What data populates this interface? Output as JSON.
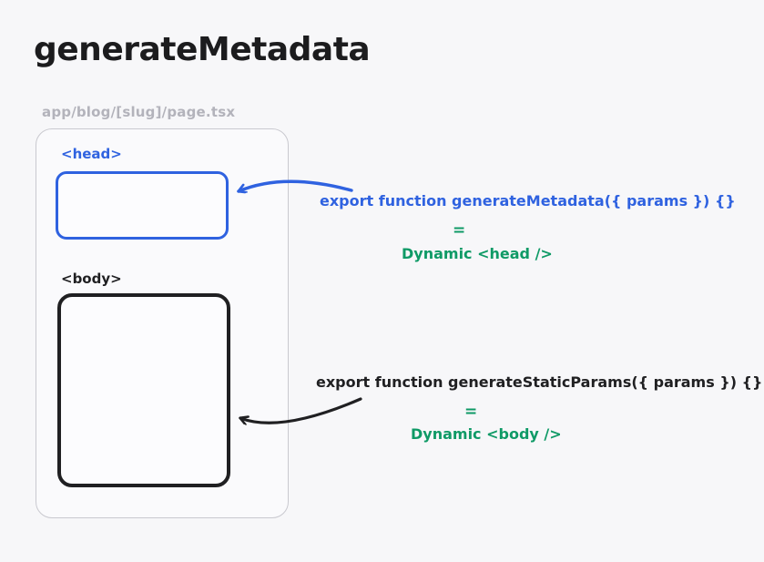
{
  "diagram": {
    "title": "generateMetadata",
    "file_path_label": "app/blog/[slug]/page.tsx",
    "page_frame": {
      "head_label": "<head>",
      "body_label": "<body>"
    },
    "metadata_annotation": {
      "code_line": "export function generateMetadata({ params }) {}",
      "equals": "=",
      "result_line": "Dynamic <head />"
    },
    "static_params_annotation": {
      "code_line": "export function generateStaticParams({ params }) {}",
      "equals": "=",
      "result_line": "Dynamic <body />"
    },
    "icons": {
      "head_arrow": "curved-arrow-pointing-left",
      "body_arrow": "curved-arrow-pointing-left"
    },
    "colors": {
      "background": "#f7f7f9",
      "accent_blue": "#2f62e0",
      "accent_green": "#0f9a66",
      "ink_dark": "#202022",
      "muted_gray": "#b3b3bb",
      "frame_border": "#c9c9cf"
    }
  }
}
